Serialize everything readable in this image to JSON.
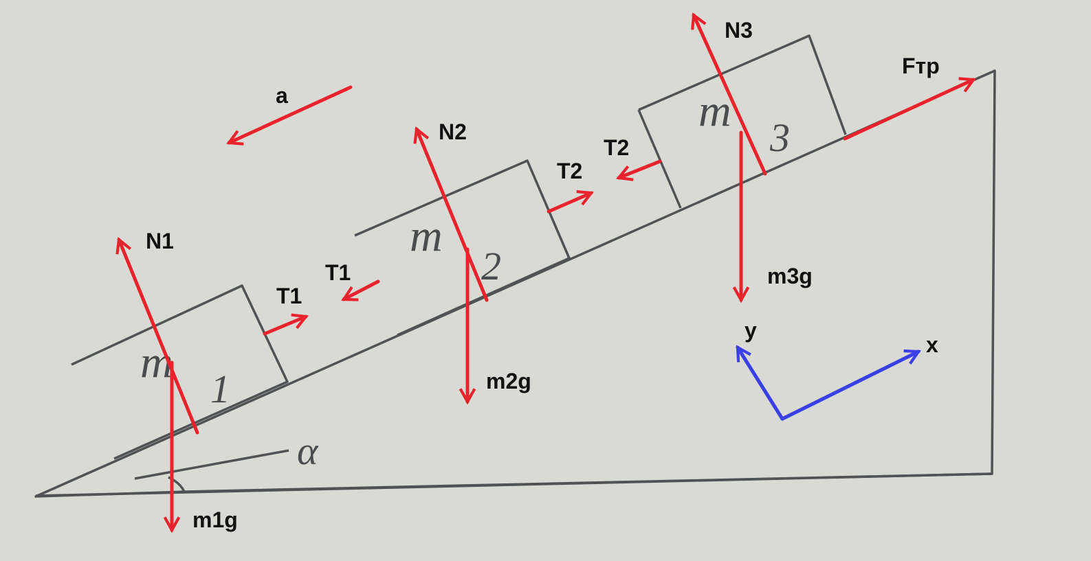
{
  "diagram": {
    "angle_label": "α",
    "blocks": [
      {
        "mass": "m",
        "index": "1"
      },
      {
        "mass": "m",
        "index": "2"
      },
      {
        "mass": "m",
        "index": "3"
      }
    ],
    "forces": {
      "acceleration": "a",
      "normal_1": "N1",
      "normal_2": "N2",
      "normal_3": "N3",
      "tension_1_right": "T1",
      "tension_1_left": "T1",
      "tension_2_right": "T2",
      "tension_2_left": "T2",
      "gravity_1": "m1g",
      "gravity_2": "m2g",
      "gravity_3": "m3g",
      "friction": "Fтр"
    },
    "axes": {
      "x": "x",
      "y": "y"
    },
    "colors": {
      "force": "#e8232d",
      "axes": "#3a3fe6",
      "ink": "#4f5355"
    }
  }
}
